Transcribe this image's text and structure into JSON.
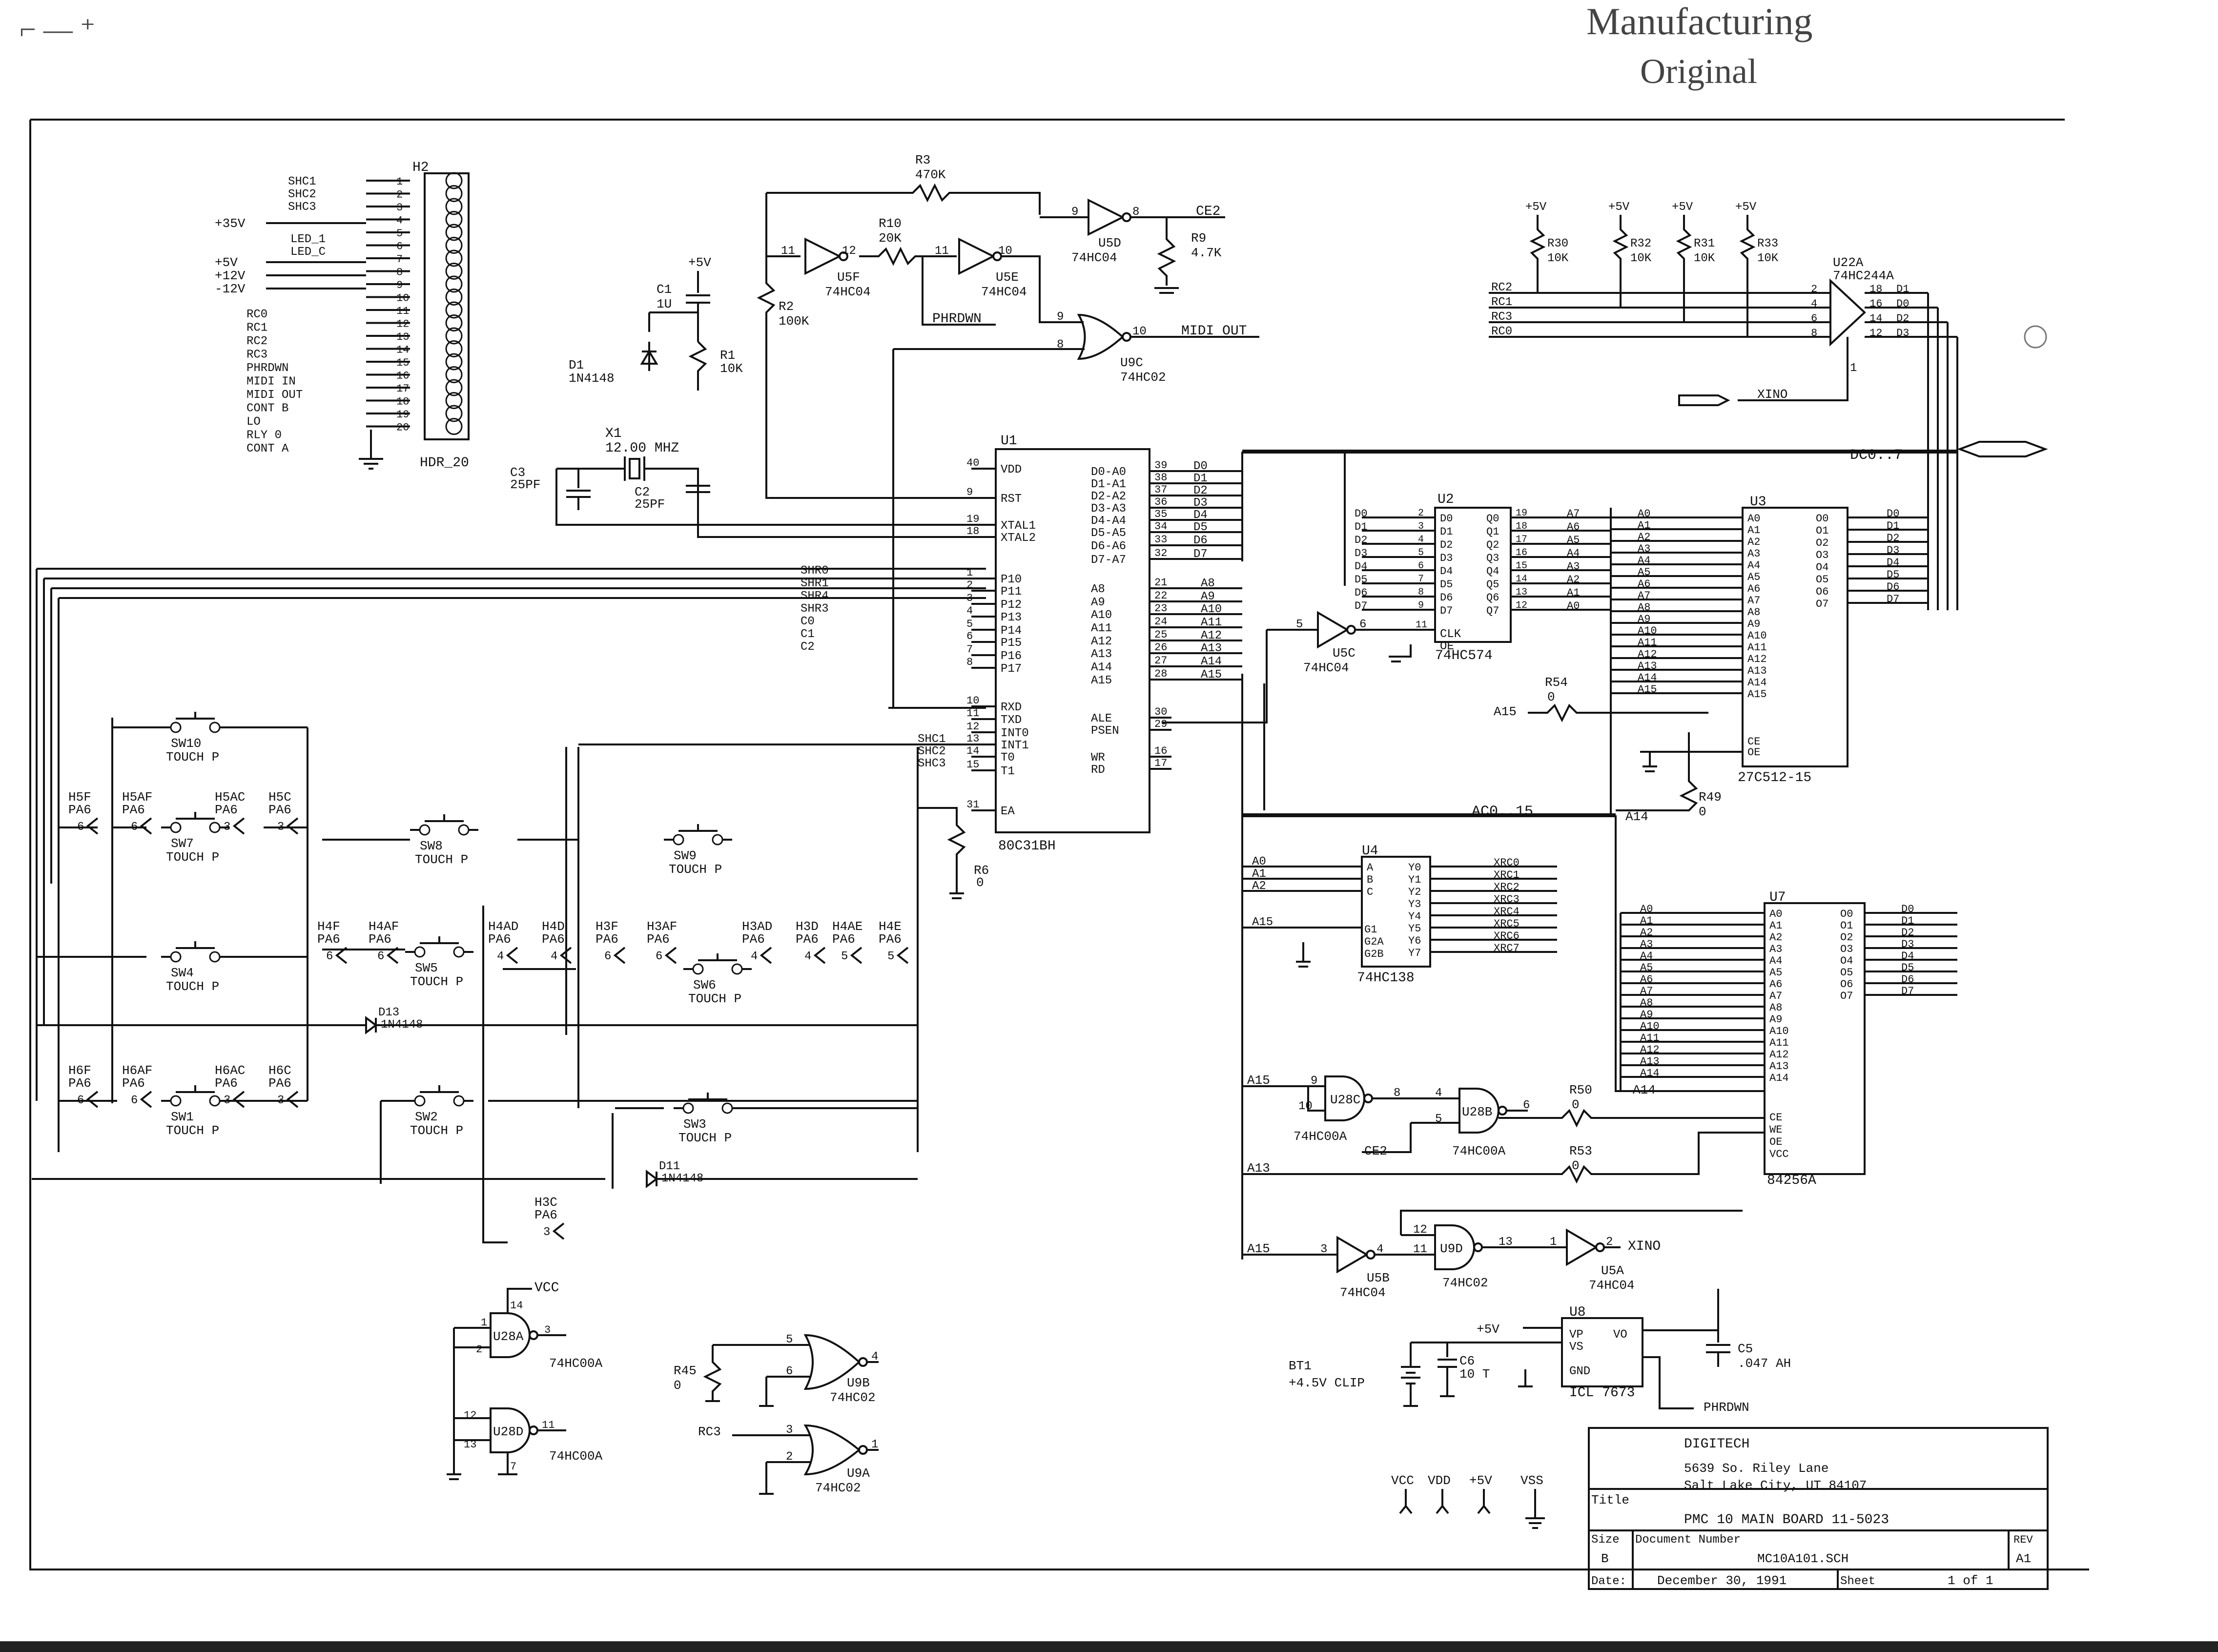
{
  "stamp": {
    "line1": "Manufacturing",
    "line2": "Original"
  },
  "corner_scribble": "⌐ — ⁺",
  "header_h2": {
    "ref": "H2",
    "type": "HDR_20",
    "pins": [
      "1",
      "2",
      "3",
      "4",
      "5",
      "6",
      "7",
      "8",
      "9",
      "10",
      "11",
      "12",
      "13",
      "14",
      "15",
      "16",
      "17",
      "18",
      "19",
      "20"
    ],
    "signals_top": [
      "SHC1",
      "SHC2",
      "SHC3"
    ],
    "power": [
      "+35V",
      "+5V",
      "+12V",
      "-12V"
    ],
    "signals_mid": [
      "LED_1",
      "LED_C"
    ],
    "signals_low": [
      "RC0",
      "RC1",
      "RC2",
      "RC3",
      "PHRDWN",
      "MIDI IN",
      "MIDI OUT",
      "CONT B",
      "LO",
      "RLY 0",
      "CONT A"
    ]
  },
  "u1": {
    "ref": "U1",
    "part": "80C31BH",
    "left_pins": [
      {
        "n": "40",
        "name": "VDD"
      },
      {
        "n": "9",
        "name": "RST"
      },
      {
        "n": "19",
        "name": "XTAL1"
      },
      {
        "n": "18",
        "name": "XTAL2"
      },
      {
        "n": "1",
        "name": "P10"
      },
      {
        "n": "2",
        "name": "P11"
      },
      {
        "n": "3",
        "name": "P12"
      },
      {
        "n": "4",
        "name": "P13"
      },
      {
        "n": "5",
        "name": "P14"
      },
      {
        "n": "6",
        "name": "P15"
      },
      {
        "n": "7",
        "name": "P16"
      },
      {
        "n": "8",
        "name": "P17"
      },
      {
        "n": "10",
        "name": "RXD"
      },
      {
        "n": "11",
        "name": "TXD"
      },
      {
        "n": "12",
        "name": "INT0"
      },
      {
        "n": "13",
        "name": "INT1"
      },
      {
        "n": "14",
        "name": "T0"
      },
      {
        "n": "15",
        "name": "T1"
      },
      {
        "n": "31",
        "name": "EA"
      }
    ],
    "right_pins": [
      {
        "n": "39",
        "name": "D0-A0"
      },
      {
        "n": "38",
        "name": "D1-A1"
      },
      {
        "n": "37",
        "name": "D2-A2"
      },
      {
        "n": "36",
        "name": "D3-A3"
      },
      {
        "n": "35",
        "name": "D4-A4"
      },
      {
        "n": "34",
        "name": "D5-A5"
      },
      {
        "n": "33",
        "name": "D6-A6"
      },
      {
        "n": "32",
        "name": "D7-A7"
      },
      {
        "n": "21",
        "name": "A8"
      },
      {
        "n": "22",
        "name": "A9"
      },
      {
        "n": "23",
        "name": "A10"
      },
      {
        "n": "24",
        "name": "A11"
      },
      {
        "n": "25",
        "name": "A12"
      },
      {
        "n": "26",
        "name": "A13"
      },
      {
        "n": "27",
        "name": "A14"
      },
      {
        "n": "28",
        "name": "A15"
      },
      {
        "n": "30",
        "name": "ALE"
      },
      {
        "n": "29",
        "name": "PSEN"
      },
      {
        "n": "16",
        "name": "WR"
      },
      {
        "n": "17",
        "name": "RD"
      }
    ],
    "data_bus": [
      "D0",
      "D1",
      "D2",
      "D3",
      "D4",
      "D5",
      "D6",
      "D7"
    ],
    "addr_bus": [
      "A8",
      "A9",
      "A10",
      "A11",
      "A12",
      "A13",
      "A14",
      "A15"
    ],
    "p1_nets": [
      "SHR0",
      "SHR1",
      "SHR4",
      "SHR3",
      "C0",
      "C1",
      "C2"
    ],
    "int_nets": [
      "SHC1",
      "SHC2",
      "SHC3"
    ]
  },
  "clock": {
    "x1": "X1",
    "freq": "12.00 MHZ",
    "c3": "C3",
    "c3v": "25PF",
    "c2": "C2",
    "c2v": "25PF"
  },
  "reset": {
    "c1": "C1",
    "c1v": "1U",
    "d1": "D1",
    "d1v": "1N4148",
    "r1": "R1",
    "r1v": "10K",
    "r2": "R2",
    "r2v": "100K",
    "r3": "R3",
    "r3v": "470K",
    "r10": "R10",
    "r10v": "20K",
    "vcc": "+5V",
    "phrdwn": "PHRDWN"
  },
  "gates_top": {
    "u5f": "U5F",
    "u5e": "U5E",
    "u5d": "U5D",
    "part04": "74HC04",
    "u9c": "U9C",
    "part02": "74HC02",
    "r9": "R9",
    "r9v": "4.7K",
    "ce2": "CE2",
    "midi_out": "MIDI OUT",
    "pins": {
      "u5f_in": "11",
      "u5f_out": "12",
      "u5e_in": "11",
      "u5e_out": "10",
      "u5d_in": "9",
      "u5d_out": "8",
      "u9c_a": "9",
      "u9c_b": "8",
      "u9c_out": "10"
    }
  },
  "pullups": {
    "vcc": "+5V",
    "r": [
      "R30",
      "R32",
      "R31",
      "R33"
    ],
    "v": "10K",
    "rc": [
      "RC2",
      "RC1",
      "RC3",
      "RC0"
    ]
  },
  "u22a": {
    "ref": "U22A",
    "part": "74HC244A",
    "in_pins": [
      "2",
      "4",
      "6",
      "8"
    ],
    "out_pins": [
      "18",
      "16",
      "14",
      "12"
    ],
    "out_nets": [
      "D1",
      "D0",
      "D2",
      "D3"
    ],
    "oe_pin": "1",
    "xino": "XINO"
  },
  "bus_label_d": "DC0..7",
  "bus_label_a": "AC0..15",
  "u2": {
    "ref": "U2",
    "part": "74HC574",
    "inputs": [
      "D0",
      "D1",
      "D2",
      "D3",
      "D4",
      "D5",
      "D6",
      "D7"
    ],
    "outputs": [
      "Q0",
      "Q1",
      "Q2",
      "Q3",
      "Q4",
      "Q5",
      "Q6",
      "Q7"
    ],
    "in_pins": [
      "2",
      "3",
      "4",
      "5",
      "6",
      "7",
      "8",
      "9"
    ],
    "out_pins": [
      "19",
      "18",
      "17",
      "16",
      "15",
      "14",
      "13",
      "12"
    ],
    "addr_out": [
      "A7",
      "A6",
      "A5",
      "A4",
      "A3",
      "A2",
      "A1",
      "A0"
    ],
    "clk": "CLK",
    "oe": "OE",
    "clk_pin": "11"
  },
  "u5c": {
    "ref": "U5C",
    "part": "74HC04",
    "pin_in": "5",
    "pin_out": "6"
  },
  "r54": {
    "ref": "R54",
    "val": "0",
    "net": "A15"
  },
  "r49": {
    "ref": "R49",
    "val": "0",
    "net": "A14"
  },
  "u3": {
    "ref": "U3",
    "part": "27C512-15",
    "addr": [
      "A0",
      "A1",
      "A2",
      "A3",
      "A4",
      "A5",
      "A6",
      "A7",
      "A8",
      "A9",
      "A10",
      "A11",
      "A12",
      "A13",
      "A14",
      "A15"
    ],
    "data": [
      "O0",
      "O1",
      "O2",
      "O3",
      "O4",
      "O5",
      "O6",
      "O7"
    ],
    "ctl": [
      "CE",
      "OE"
    ]
  },
  "u4": {
    "ref": "U4",
    "part": "74HC138",
    "in": [
      "A",
      "B",
      "C"
    ],
    "en": [
      "G1",
      "G2A",
      "G2B"
    ],
    "out": [
      "Y0",
      "Y1",
      "Y2",
      "Y3",
      "Y4",
      "Y5",
      "Y6",
      "Y7"
    ],
    "nets_in": [
      "A0",
      "A1",
      "A2"
    ],
    "net_en": "A15",
    "outs": [
      "XRC0",
      "XRC1",
      "XRC2",
      "XRC3",
      "XRC4",
      "XRC5",
      "XRC6",
      "XRC7"
    ]
  },
  "u7": {
    "ref": "U7",
    "part": "84256A",
    "addr": [
      "A0",
      "A1",
      "A2",
      "A3",
      "A4",
      "A5",
      "A6",
      "A7",
      "A8",
      "A9",
      "A10",
      "A11",
      "A12",
      "A13",
      "A14"
    ],
    "data": [
      "O0",
      "O1",
      "O2",
      "O3",
      "O4",
      "O5",
      "O6",
      "O7"
    ],
    "ctl": [
      "CE",
      "WE",
      "OE",
      "VCC"
    ],
    "r50": "R50",
    "r53": "R53",
    "rv": "0",
    "net_a13": "A13",
    "net_a14": "A14"
  },
  "u28": {
    "u28c": "U28C",
    "u28b": "U28B",
    "part": "74HC00A",
    "ce2": "CE2",
    "a15": "A15",
    "pins": {
      "c_a": "9",
      "c_b": "10",
      "c_out": "8",
      "b_a": "4",
      "b_b": "5",
      "b_out": "6"
    }
  },
  "u9d": {
    "u5b": "U5B",
    "u9d": "U9D",
    "u5a": "U5A",
    "p04": "74HC04",
    "p02": "74HC02",
    "xino": "XINO",
    "pins": {
      "b_in": "3",
      "b_out": "4",
      "d_a": "12",
      "d_b": "11",
      "d_out": "13",
      "a_in": "1",
      "a_out": "2"
    }
  },
  "u8": {
    "ref": "U8",
    "part": "ICL 7673",
    "pins_l": [
      "VP",
      "VS",
      "GND"
    ],
    "pin_r": "VO",
    "vcc": "+5V",
    "bt1": "BT1",
    "bt1v": "+4.5V CLIP",
    "c6": "C6",
    "c6v": "10 T",
    "c5": "C5",
    "c5v": ".047 AH",
    "phrdwn": "PHRDWN"
  },
  "switches": [
    {
      "ref": "SW10",
      "type": "TOUCH P"
    },
    {
      "ref": "SW7",
      "type": "TOUCH P"
    },
    {
      "ref": "SW8",
      "type": "TOUCH P"
    },
    {
      "ref": "SW9",
      "type": "TOUCH P"
    },
    {
      "ref": "SW4",
      "type": "TOUCH P"
    },
    {
      "ref": "SW5",
      "type": "TOUCH P"
    },
    {
      "ref": "SW6",
      "type": "TOUCH P"
    },
    {
      "ref": "SW1",
      "type": "TOUCH P"
    },
    {
      "ref": "SW2",
      "type": "TOUCH P"
    },
    {
      "ref": "SW3",
      "type": "TOUCH P"
    }
  ],
  "contacts": [
    {
      "ref": "H5F",
      "t": "PA6",
      "n": "6"
    },
    {
      "ref": "H5AF",
      "t": "PA6",
      "n": "6"
    },
    {
      "ref": "H5AC",
      "t": "PA6",
      "n": "3"
    },
    {
      "ref": "H5C",
      "t": "PA6",
      "n": "3"
    },
    {
      "ref": "H4F",
      "t": "PA6",
      "n": "6"
    },
    {
      "ref": "H4AF",
      "t": "PA6",
      "n": "6"
    },
    {
      "ref": "H4AD",
      "t": "PA6",
      "n": "4"
    },
    {
      "ref": "H4D",
      "t": "PA6",
      "n": "4"
    },
    {
      "ref": "H3F",
      "t": "PA6",
      "n": "6"
    },
    {
      "ref": "H3AF",
      "t": "PA6",
      "n": "6"
    },
    {
      "ref": "H3AD",
      "t": "PA6",
      "n": "4"
    },
    {
      "ref": "H3D",
      "t": "PA6",
      "n": "4"
    },
    {
      "ref": "H4AE",
      "t": "PA6",
      "n": "5"
    },
    {
      "ref": "H4E",
      "t": "PA6",
      "n": "5"
    },
    {
      "ref": "H6F",
      "t": "PA6",
      "n": "6"
    },
    {
      "ref": "H6AF",
      "t": "PA6",
      "n": "6"
    },
    {
      "ref": "H6AC",
      "t": "PA6",
      "n": "3"
    },
    {
      "ref": "H6C",
      "t": "PA6",
      "n": "3"
    },
    {
      "ref": "H3C",
      "t": "PA6",
      "n": "3"
    }
  ],
  "diodes": [
    {
      "ref": "D13",
      "v": "1N4148"
    },
    {
      "ref": "D11",
      "v": "1N4148"
    }
  ],
  "r6": {
    "ref": "R6",
    "v": "0"
  },
  "u28_bottom": {
    "a": "U28A",
    "d": "U28D",
    "part": "74HC00A",
    "vcc": "VCC",
    "pins": {
      "a1": "1",
      "a2": "2",
      "a3": "3",
      "d12": "12",
      "d13": "13",
      "d11": "11",
      "gnd": "7",
      "vcc": "14"
    }
  },
  "u9b": {
    "ref": "U9B",
    "part": "74HC02",
    "r45": "R45",
    "r45v": "0",
    "pins": [
      "5",
      "6",
      "4"
    ]
  },
  "u9a": {
    "ref": "U9A",
    "part": "74HC02",
    "net": "RC3",
    "pins": [
      "3",
      "2",
      "1"
    ]
  },
  "power_syms": [
    "VCC",
    "VDD",
    "+5V",
    "VSS"
  ],
  "title_block": {
    "company": "DIGITECH",
    "addr1": "5639 So. Riley Lane",
    "addr2": "Salt Lake City, UT  84107",
    "title_label": "Title",
    "title": "PMC 10  MAIN BOARD   11-5023",
    "size_label": "Size",
    "size": "B",
    "docnum_label": "Document Number",
    "docnum": "MC10A101.SCH",
    "rev_label": "REV",
    "rev": "A1",
    "date_label": "Date:",
    "date": "December 30, 1991",
    "sheet_label": "Sheet",
    "sheet": "1  of  1"
  }
}
